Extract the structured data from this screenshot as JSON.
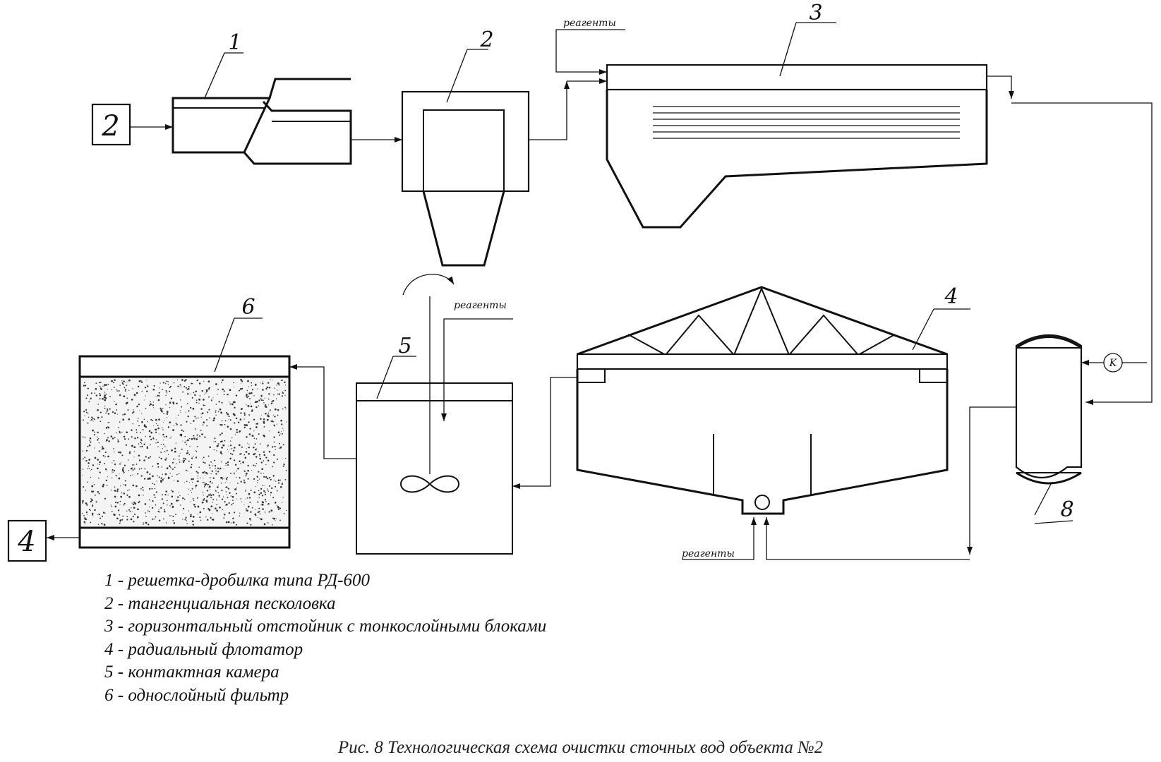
{
  "labels": {
    "n1": "1",
    "n2": "2",
    "n3": "3",
    "n4": "4",
    "n5": "5",
    "n6": "6",
    "n8": "8",
    "box_in": "2",
    "box_out": "4",
    "reagents_top": "реагенты",
    "reagents_mid": "реагенты",
    "reagents_bottom": "реагенты",
    "compressor": "K"
  },
  "legend": [
    "1 - решетка-дробилка типа РД-600",
    "2 - тангенциальная песколовка",
    "3 - горизонтальный отстойник с тонкослойными блоками",
    "4 -  радиальный флотатор",
    "5 - контактная камера",
    "6 - однослойный фильтр"
  ],
  "caption": "Рис. 8 Технологическая схема очистки сточных вод объекта №2"
}
